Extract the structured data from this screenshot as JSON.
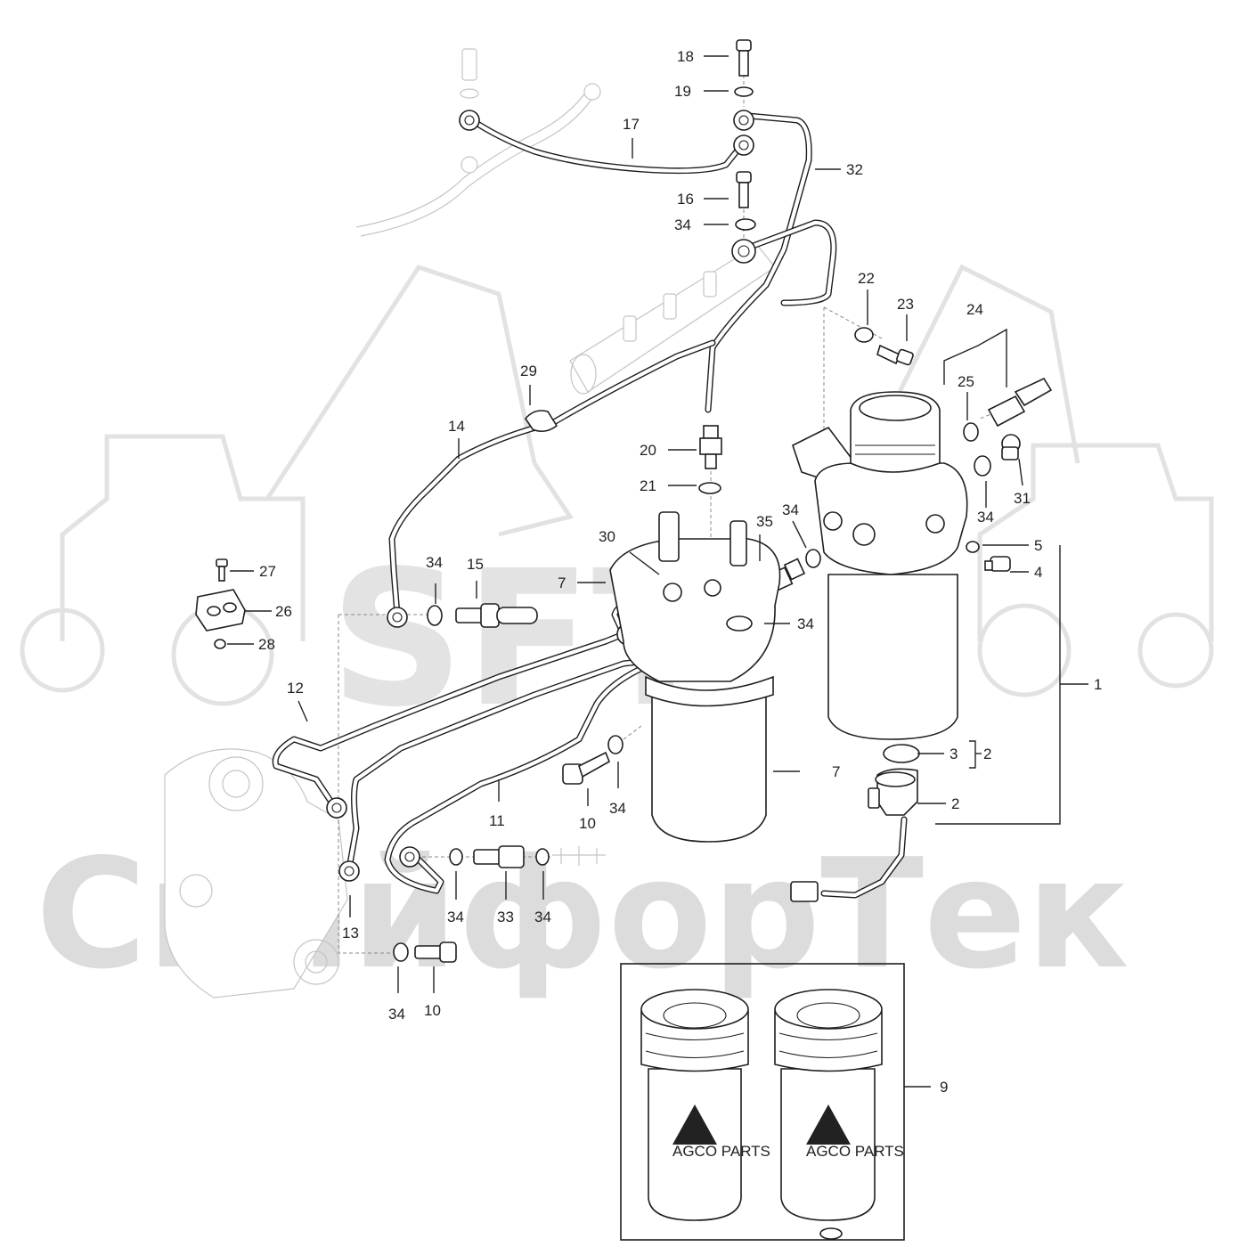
{
  "watermark": {
    "logo": "SFT",
    "brand": "СкайфорТек"
  },
  "filter_label": "AGCO PARTS",
  "callouts": {
    "c1": "1",
    "c2a": "2",
    "c2b": "2",
    "c3": "3",
    "c4": "4",
    "c5": "5",
    "c7a": "7",
    "c7b": "7",
    "c9": "9",
    "c10a": "10",
    "c10b": "10",
    "c11": "11",
    "c12": "12",
    "c13": "13",
    "c14": "14",
    "c15": "15",
    "c16": "16",
    "c17": "17",
    "c18": "18",
    "c19": "19",
    "c20": "20",
    "c21": "21",
    "c22": "22",
    "c23": "23",
    "c24": "24",
    "c25": "25",
    "c26": "26",
    "c27": "27",
    "c28": "28",
    "c29": "29",
    "c30": "30",
    "c31": "31",
    "c32": "32",
    "c33": "33",
    "c34a": "34",
    "c34b": "34",
    "c34c": "34",
    "c34d": "34",
    "c34e": "34",
    "c34f": "34",
    "c34g": "34",
    "c34h": "34",
    "c35": "35"
  }
}
